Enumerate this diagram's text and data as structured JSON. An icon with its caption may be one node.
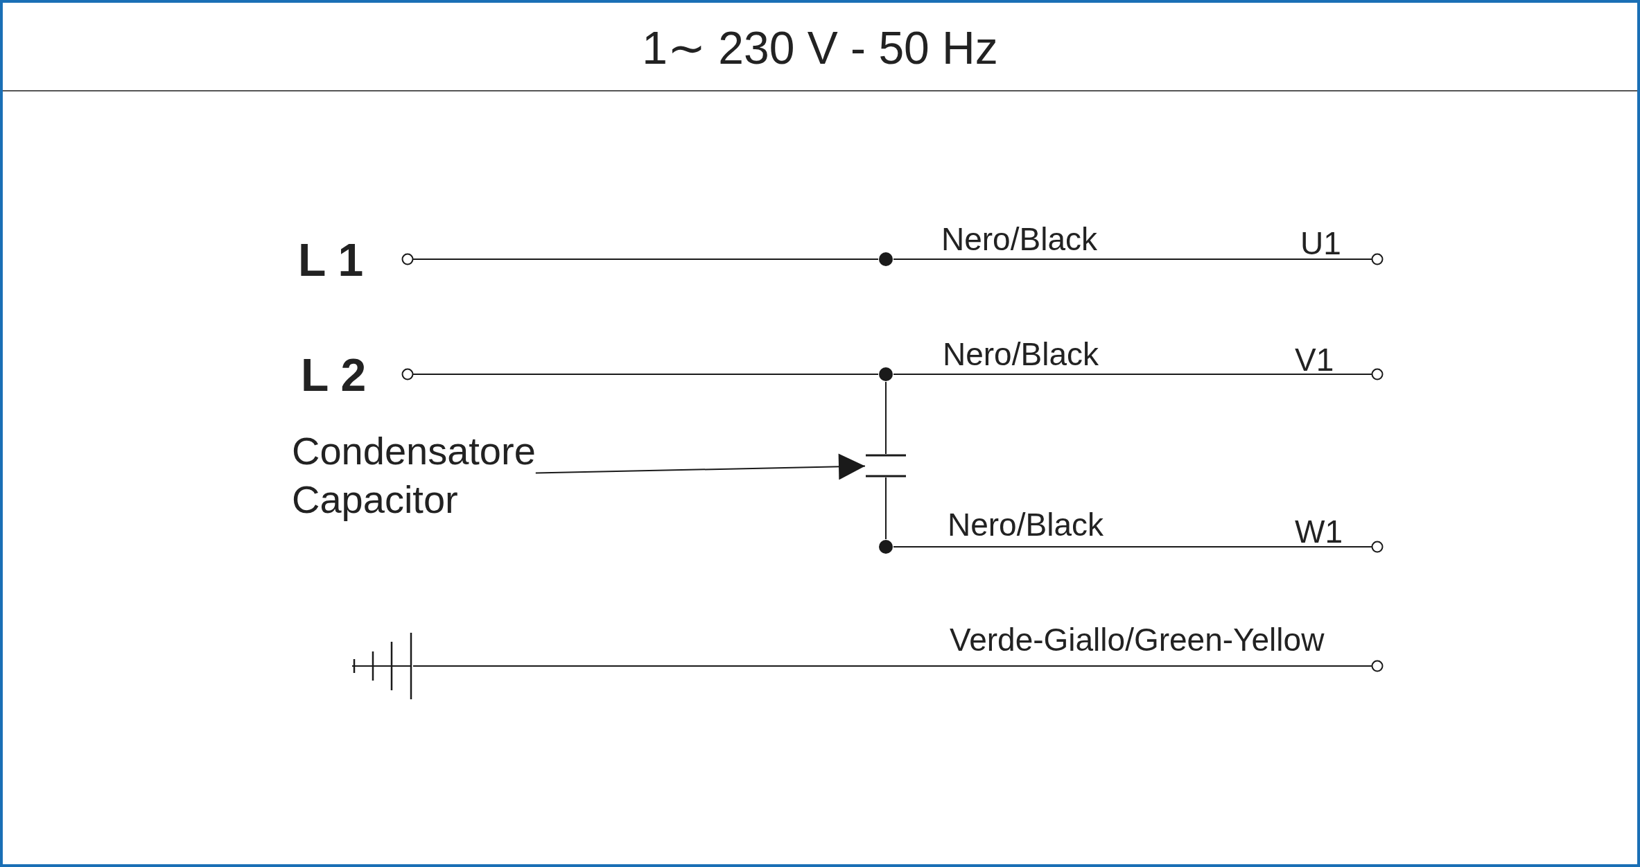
{
  "diagram": {
    "title": "1∼ 230 V - 50 Hz",
    "nodes": [
      {
        "text": [],
        "shape": "circle",
        "beside": [
          "L 1"
        ]
      },
      {
        "text": [],
        "shape": "circle"
      },
      {
        "text": [],
        "shape": "circle",
        "beside": [
          "U1"
        ]
      },
      {
        "text": [],
        "shape": "circle",
        "beside": [
          "L 2"
        ]
      },
      {
        "text": [],
        "shape": "circle"
      },
      {
        "text": [],
        "shape": "circle",
        "beside": [
          "V1"
        ]
      },
      {
        "text": [],
        "shape": "capacitor"
      },
      {
        "text": [],
        "shape": "circle"
      },
      {
        "text": [],
        "shape": "circle",
        "beside": [
          "W1"
        ]
      },
      {
        "text": [],
        "shape": "ground"
      },
      {
        "text": [],
        "shape": "circle"
      },
      {
        "text": [
          "Condensatore",
          "Capacitor"
        ]
      }
    ],
    "edges": [
      {
        "from": 0,
        "to": 1,
        "arrow": "none"
      },
      {
        "from": 1,
        "to": 2,
        "arrow": "none",
        "label": "Nero/Black"
      },
      {
        "from": 3,
        "to": 4,
        "arrow": "none"
      },
      {
        "from": 4,
        "to": 5,
        "arrow": "none",
        "label": "Nero/Black"
      },
      {
        "from": 4,
        "to": 6,
        "arrow": "none"
      },
      {
        "from": 6,
        "to": 7,
        "arrow": "none"
      },
      {
        "from": 7,
        "to": 8,
        "arrow": "none",
        "label": "Nero/Black"
      },
      {
        "from": 9,
        "to": 10,
        "arrow": "none",
        "label": "Verde-Giallo/Green-Yellow"
      },
      {
        "from": 11,
        "to": 6,
        "arrow": "to"
      }
    ]
  }
}
